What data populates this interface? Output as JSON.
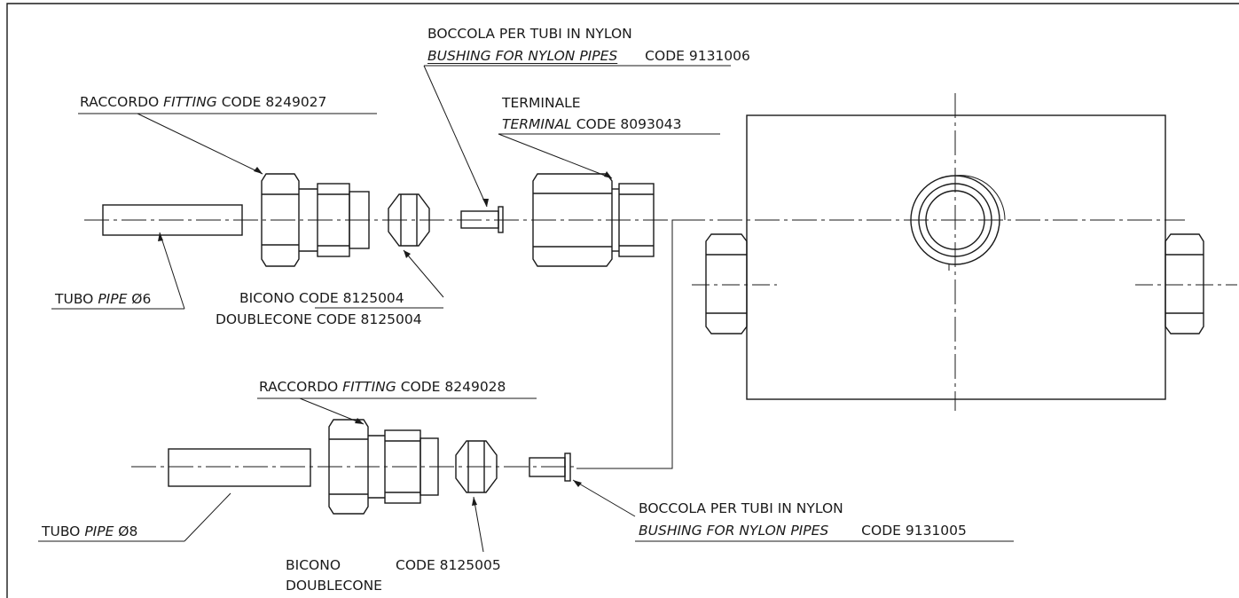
{
  "labels": {
    "bushing_top_l1": "BOCCOLA PER TUBI IN NYLON",
    "bushing_top_en": "BUSHING FOR NYLON PIPES",
    "bushing_top_code": "CODE 9131006",
    "fitting_top_it": "RACCORDO ",
    "fitting_top_en": "FITTING",
    "fitting_top_code": " CODE 8249027",
    "terminal_it": "TERMINALE",
    "terminal_en": "TERMINAL",
    "terminal_code": " CODE 8093043",
    "pipe6_it": "TUBO ",
    "pipe6_en": "PIPE",
    "pipe6_size": " Ø6",
    "bicone_top": "BICONO  CODE 8125004",
    "doublecone_top": "DOUBLECONE CODE 8125004",
    "fitting_bot_it": "RACCORDO ",
    "fitting_bot_en": "FITTING",
    "fitting_bot_code": " CODE 8249028",
    "bushing_bot_l1": "BOCCOLA PER TUBI IN NYLON",
    "bushing_bot_en": "BUSHING FOR NYLON PIPES",
    "bushing_bot_code": "CODE 9131005",
    "pipe8_it": "TUBO ",
    "pipe8_en": "PIPE",
    "pipe8_size": " Ø8",
    "bicone_bot": "BICONO",
    "bicone_bot_code": "CODE 8125005",
    "doublecone_bot": "DOUBLECONE"
  },
  "colors": {
    "ink": "#1a1a1a",
    "background": "#ffffff"
  }
}
